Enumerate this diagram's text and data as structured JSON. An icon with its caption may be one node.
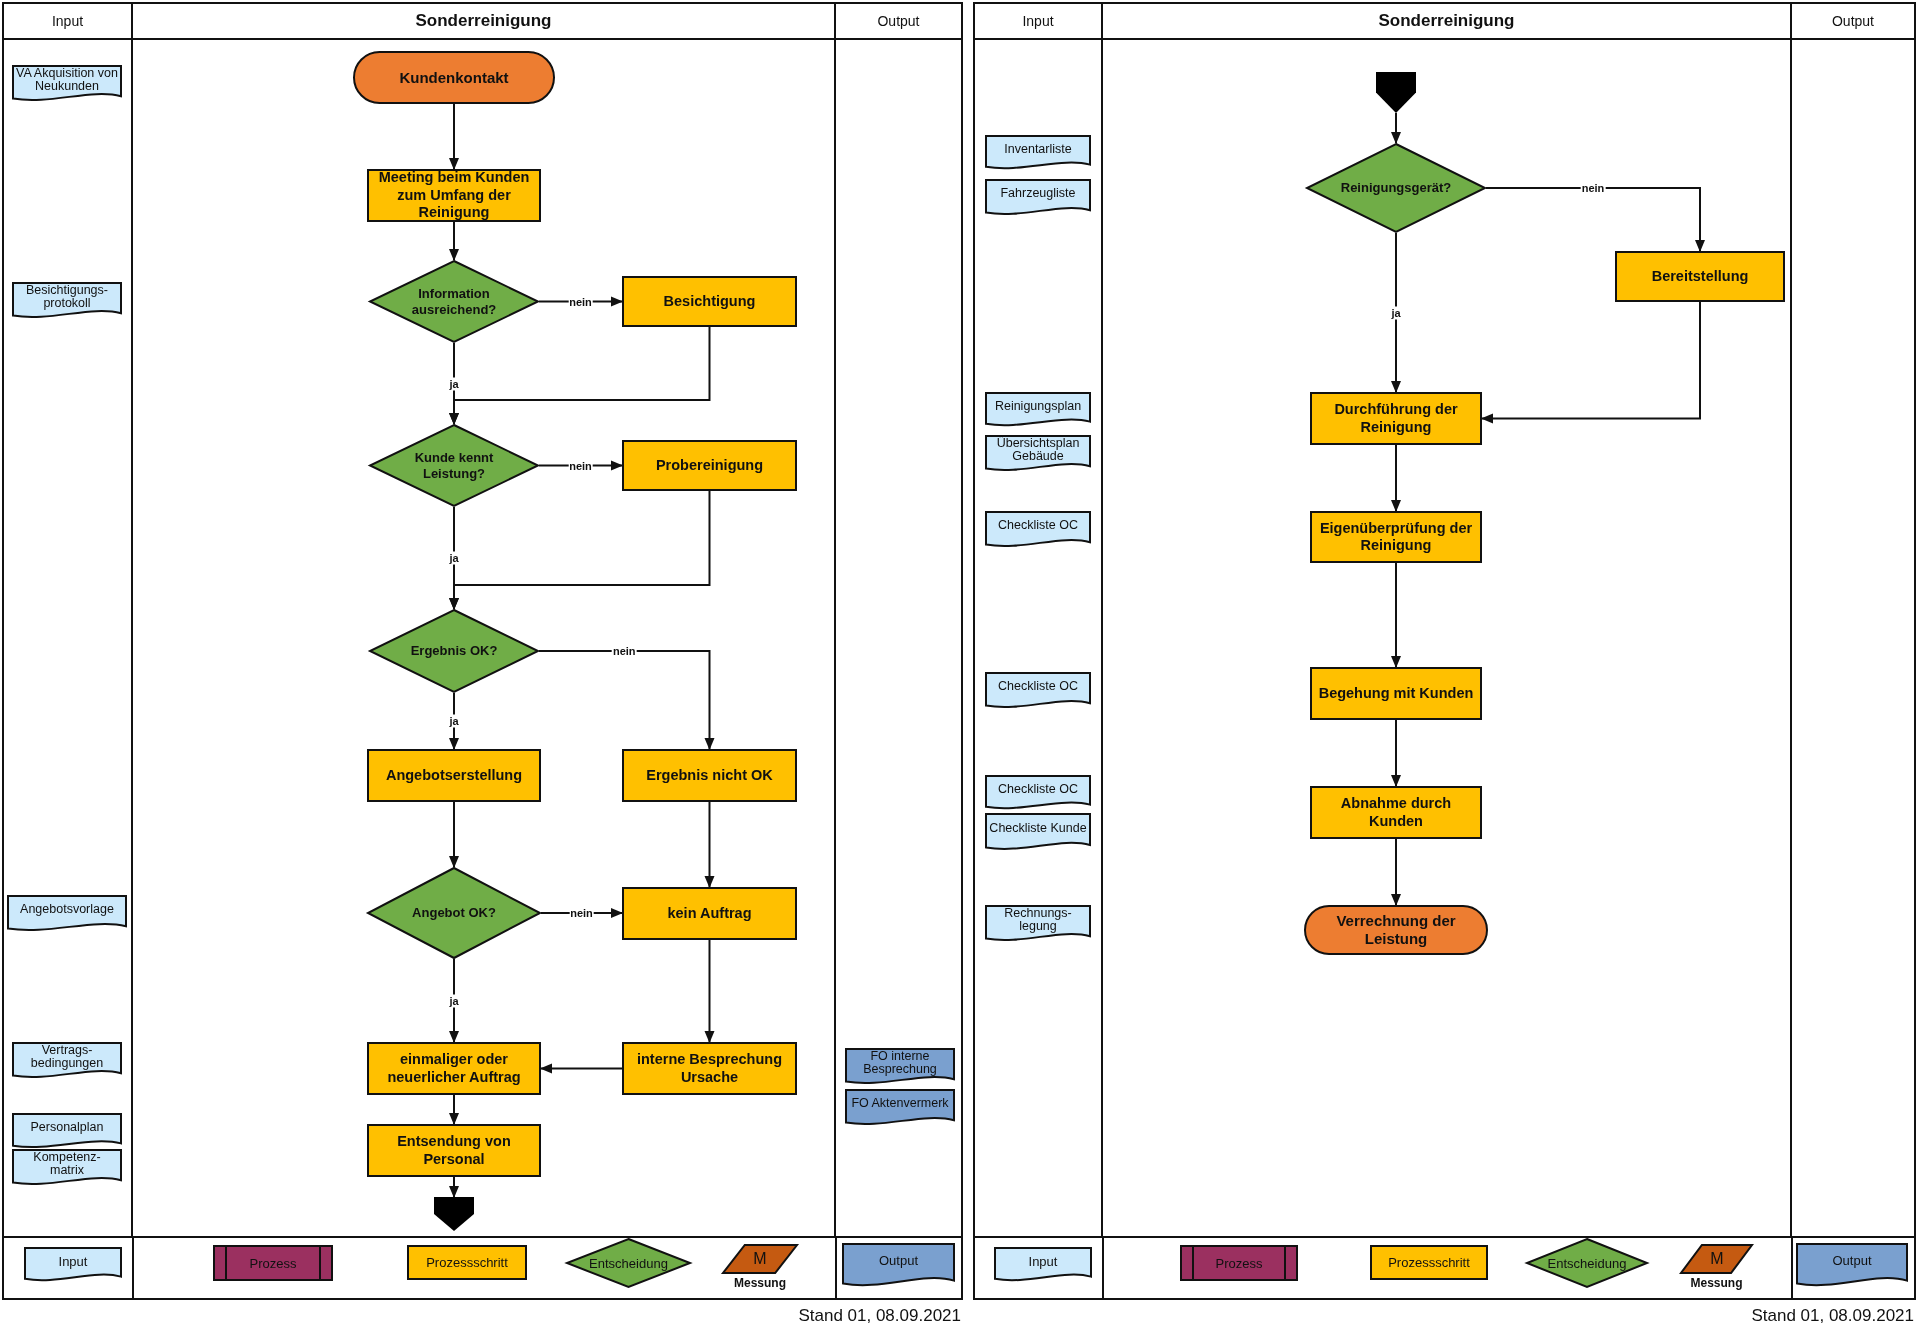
{
  "diagram": {
    "nodes": [
      {
        "text": [
          "Input"
        ]
      },
      {
        "text": [
          "Sonderreinigung"
        ]
      },
      {
        "text": [
          "Output"
        ]
      },
      {
        "text": [
          "VA Akquisition von Neukunden"
        ],
        "in": 0
      },
      {
        "text": [
          "Besichtigungs- protokoll"
        ],
        "in": 0
      },
      {
        "text": [
          "Angebotsvorlage"
        ],
        "in": 0
      },
      {
        "text": [
          "Vertrags- bedingungen"
        ],
        "in": 0
      },
      {
        "text": [
          "Personalplan"
        ],
        "in": 0
      },
      {
        "text": [
          "Kompetenz- matrix"
        ],
        "in": 0
      },
      {
        "text": [
          "Kundenkontakt"
        ],
        "in": 1
      },
      {
        "text": [
          "Meeting beim Kunden zum Umfang der Reinigung"
        ],
        "in": 1
      },
      {
        "text": [
          "Information ausreichend?"
        ],
        "in": 1
      },
      {
        "text": [
          "Besichtigung"
        ],
        "in": 1
      },
      {
        "text": [
          "Kunde kennt Leistung?"
        ],
        "in": 1
      },
      {
        "text": [
          "Probereinigung"
        ],
        "in": 1
      },
      {
        "text": [
          "Ergebnis OK?"
        ],
        "in": 1
      },
      {
        "text": [
          "Angebotserstellung"
        ],
        "in": 1
      },
      {
        "text": [
          "Ergebnis nicht OK"
        ],
        "in": 1
      },
      {
        "text": [
          "Angebot OK?"
        ],
        "in": 1
      },
      {
        "text": [
          "kein Auftrag"
        ],
        "in": 1
      },
      {
        "text": [
          "einmaliger oder neuerlicher Auftrag"
        ],
        "in": 1
      },
      {
        "text": [
          "interne Besprechung Ursache"
        ],
        "in": 1
      },
      {
        "text": [
          "Entsendung von Personal"
        ],
        "in": 1
      },
      {
        "text": [],
        "shape": "pentagon",
        "in": 1
      },
      {
        "text": [
          "FO interne Besprechung"
        ],
        "in": 2
      },
      {
        "text": [
          "FO Aktenvermerk"
        ],
        "in": 2
      },
      {
        "text": [
          "Input"
        ]
      },
      {
        "text": [
          "Sonderreinigung"
        ]
      },
      {
        "text": [
          "Output"
        ]
      },
      {
        "text": [
          "Inventarliste"
        ],
        "in": 26
      },
      {
        "text": [
          "Fahrzeugliste"
        ],
        "in": 26
      },
      {
        "text": [
          "Reinigungsplan"
        ],
        "in": 26
      },
      {
        "text": [
          "Übersichtsplan Gebäude"
        ],
        "in": 26
      },
      {
        "text": [
          "Checkliste OC"
        ],
        "in": 26
      },
      {
        "text": [
          "Checkliste OC"
        ],
        "in": 26
      },
      {
        "text": [
          "Checkliste OC"
        ],
        "in": 26
      },
      {
        "text": [
          "Checkliste Kunde"
        ],
        "in": 26
      },
      {
        "text": [
          "Rechnungs- legung"
        ],
        "in": 26
      },
      {
        "text": [],
        "shape": "pentagon",
        "in": 27
      },
      {
        "text": [
          "Reinigungsgerät?"
        ],
        "in": 27
      },
      {
        "text": [
          "Bereitstellung"
        ],
        "in": 27
      },
      {
        "text": [
          "Durchführung der Reinigung"
        ],
        "in": 27
      },
      {
        "text": [
          "Eigenüberprüfung der Reinigung"
        ],
        "in": 27
      },
      {
        "text": [
          "Begehung mit Kunden"
        ],
        "in": 27
      },
      {
        "text": [
          "Abnahme durch Kunden"
        ],
        "in": 27
      },
      {
        "text": [
          "Verrechnung der Leistung"
        ],
        "in": 27
      }
    ],
    "edges": [
      {
        "from": 9,
        "to": 10,
        "arrow": "to"
      },
      {
        "from": 10,
        "to": 11,
        "arrow": "to"
      },
      {
        "from": 11,
        "to": 12,
        "arrow": "to",
        "label": "nein"
      },
      {
        "from": 11,
        "to": 13,
        "arrow": "to",
        "label": "ja"
      },
      {
        "from": 12,
        "to": 13,
        "arrow": "to"
      },
      {
        "from": 13,
        "to": 14,
        "arrow": "to",
        "label": "nein"
      },
      {
        "from": 13,
        "to": 15,
        "arrow": "to",
        "label": "ja"
      },
      {
        "from": 14,
        "to": 15,
        "arrow": "to"
      },
      {
        "from": 15,
        "to": 16,
        "arrow": "to",
        "label": "ja"
      },
      {
        "from": 15,
        "to": 17,
        "arrow": "to",
        "label": "nein"
      },
      {
        "from": 16,
        "to": 18,
        "arrow": "to"
      },
      {
        "from": 17,
        "to": 19,
        "arrow": "to"
      },
      {
        "from": 18,
        "to": 19,
        "arrow": "to",
        "label": "nein"
      },
      {
        "from": 18,
        "to": 20,
        "arrow": "to",
        "label": "ja"
      },
      {
        "from": 19,
        "to": 21,
        "arrow": "to"
      },
      {
        "from": 21,
        "to": 20,
        "arrow": "to"
      },
      {
        "from": 20,
        "to": 22,
        "arrow": "to"
      },
      {
        "from": 22,
        "to": 23,
        "arrow": "to"
      },
      {
        "from": 38,
        "to": 39,
        "arrow": "to"
      },
      {
        "from": 39,
        "to": 41,
        "arrow": "to",
        "label": "ja"
      },
      {
        "from": 39,
        "to": 40,
        "arrow": "to",
        "label": "nein"
      },
      {
        "from": 40,
        "to": 41,
        "arrow": "to"
      },
      {
        "from": 41,
        "to": 42,
        "arrow": "to"
      },
      {
        "from": 42,
        "to": 43,
        "arrow": "to"
      },
      {
        "from": 43,
        "to": 44,
        "arrow": "to"
      },
      {
        "from": 44,
        "to": 45,
        "arrow": "to"
      }
    ],
    "labels": [
      "M",
      "Stand 01, 08.09.2021",
      "M",
      "Stand 01, 08.09.2021"
    ],
    "legend": [
      {
        "text": "Input"
      },
      {
        "text": "Prozess"
      },
      {
        "text": "Prozessschritt"
      },
      {
        "text": "Entscheidung"
      },
      {
        "text": "Messung"
      },
      {
        "text": "Output"
      },
      {
        "text": "Input"
      },
      {
        "text": "Prozess"
      },
      {
        "text": "Prozessschritt"
      },
      {
        "text": "Entscheidung"
      },
      {
        "text": "Messung"
      },
      {
        "text": "Output"
      }
    ]
  }
}
